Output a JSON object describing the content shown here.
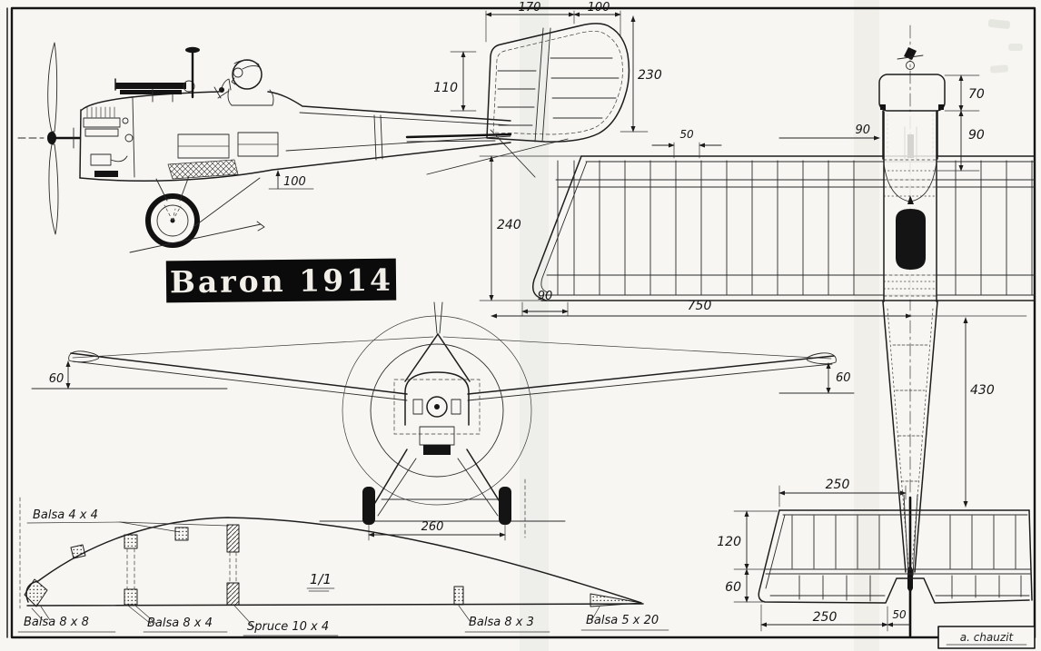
{
  "title": "Baron 1914",
  "signature": "a. chauzit",
  "colors": {
    "paper": "#f7f6f2",
    "ink": "#1c1c1c",
    "title_bg": "#0b0b0b",
    "title_text": "#f2efe8",
    "scan_shadow": "#e7e7e3"
  },
  "fin_view": {
    "dim_top_left": "170",
    "dim_top_right": "100",
    "dim_left_height": "110",
    "dim_total_height": "230"
  },
  "side_view": {
    "dim_fuselage_depth": "100"
  },
  "top_view": {
    "dim_rib_bay": "50",
    "dim_nose_offset": "90",
    "dim_cowl_length": "70",
    "dim_cowl_to_wing": "90",
    "dim_root_chord": "240",
    "dim_tip_offset": "90",
    "dim_half_span": "750",
    "dim_boom_length": "430"
  },
  "front_view": {
    "dim_left_tip_height": "60",
    "dim_right_tip_height": "60",
    "dim_wheel_track": "260"
  },
  "tailplane_view": {
    "dim_span_front": "250",
    "dim_chord_front": "120",
    "dim_chord_rear": "60",
    "dim_span_rear": "250",
    "dim_center_offset": "50"
  },
  "airfoil_section": {
    "scale_label": "1/1",
    "labels": {
      "top_spar": "Balsa 4 x 4",
      "leading_edge": "Balsa 8 x 8",
      "front_spar": "Balsa 8 x 4",
      "main_spar": "Spruce 10 x 4",
      "rear_spar": "Balsa 8 x 3",
      "trailing_edge": "Balsa 5 x 20"
    }
  }
}
